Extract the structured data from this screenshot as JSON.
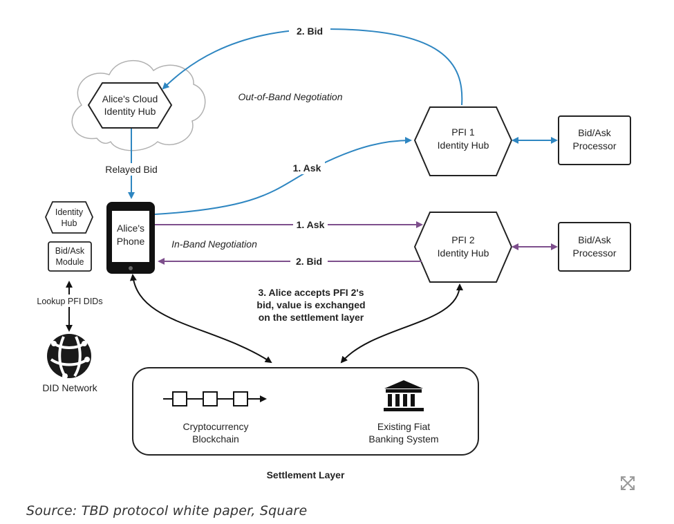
{
  "nodes": {
    "cloud_hub": [
      "Alice's Cloud",
      "Identity Hub"
    ],
    "pfi1_hub": [
      "PFI 1",
      "Identity Hub"
    ],
    "pfi2_hub": [
      "PFI 2",
      "Identity Hub"
    ],
    "processor1": [
      "Bid/Ask",
      "Processor"
    ],
    "processor2": [
      "Bid/Ask",
      "Processor"
    ],
    "phone": [
      "Alice's",
      "Phone"
    ],
    "identity_hub_small": [
      "Identity",
      "Hub"
    ],
    "bid_ask_module": [
      "Bid/Ask",
      "Module"
    ],
    "did_network": "DID Network",
    "crypto": [
      "Cryptocurrency",
      "Blockchain"
    ],
    "fiat": [
      "Existing Fiat",
      "Banking System"
    ],
    "settlement_layer": "Settlement Layer"
  },
  "edges": {
    "bid_2_top": "2. Bid",
    "ask_1_top": "1. Ask",
    "relayed_bid": "Relayed Bid",
    "ask_1_inband": "1. Ask",
    "bid_2_inband": "2. Bid",
    "lookup": "Lookup PFI DIDs"
  },
  "annotations": {
    "out_of_band": "Out-of-Band Negotiation",
    "in_band": "In-Band Negotiation",
    "accept": [
      "3. Alice accepts PFI 2's",
      "bid, value is exchanged",
      "on the settlement layer"
    ]
  },
  "caption": "Source: TBD protocol white paper, Square",
  "colors": {
    "blue": "#2e86c1",
    "purple": "#7d4e8c",
    "dark": "#111111"
  },
  "icons": {
    "expand": "expand-icon",
    "did_network": "globe-network-icon",
    "bank": "bank-icon",
    "blockchain": "blockchain-icon"
  }
}
